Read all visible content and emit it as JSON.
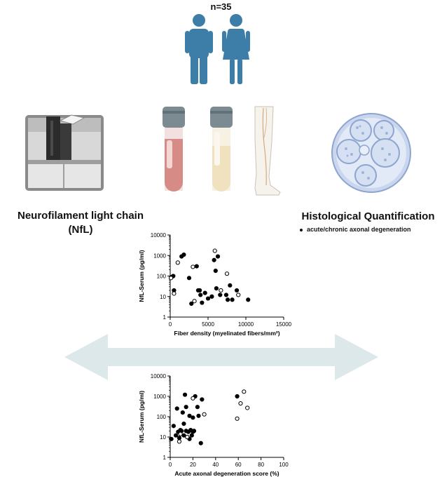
{
  "header": {
    "cohort_label": "n=35"
  },
  "left_panel": {
    "title_line1": "Neurofilament light chain",
    "title_line2": "(NfL)"
  },
  "right_panel": {
    "title": "Histological Quantification",
    "bullet": "acute/chronic axonal degeneration"
  },
  "icons": {
    "people": [
      "male-person-icon",
      "female-person-icon"
    ],
    "devices": [
      "lab-analyzer-icon",
      "blood-tube-icon",
      "serum-tube-icon",
      "leg-nerve-icon",
      "nerve-cross-section-icon"
    ],
    "arrow": "double-arrow-icon"
  },
  "colors": {
    "person": "#3d7ea8",
    "tube_cap": "#7c8a92",
    "blood": "#d78b86",
    "serum": "#f2e6c4",
    "nerve": "#b9c9e6",
    "arrow": "#dde8ea"
  },
  "chart_data": [
    {
      "type": "scatter",
      "xlabel": "Fiber density (myelinated fibers/mm²)",
      "ylabel": "NfL-Serum (pg/ml)",
      "xlim": [
        0,
        15000
      ],
      "ylim": [
        1,
        10000
      ],
      "yscale": "log",
      "xticks": [
        "0",
        "5000",
        "10000",
        "15000"
      ],
      "yticks": [
        "1",
        "10",
        "100",
        "1000",
        "10000"
      ],
      "series": [
        {
          "marker": "filled",
          "points": [
            [
              200,
              90
            ],
            [
              400,
              100
            ],
            [
              500,
              20
            ],
            [
              1500,
              900
            ],
            [
              1800,
              1100
            ],
            [
              2500,
              80
            ],
            [
              2800,
              4.5
            ],
            [
              3500,
              300
            ],
            [
              3700,
              20
            ],
            [
              3900,
              20
            ],
            [
              4000,
              12
            ],
            [
              4200,
              5
            ],
            [
              4600,
              15
            ],
            [
              5000,
              8
            ],
            [
              5500,
              10
            ],
            [
              5800,
              600
            ],
            [
              6000,
              180
            ],
            [
              6100,
              25
            ],
            [
              6300,
              900
            ],
            [
              6600,
              12
            ],
            [
              7400,
              12
            ],
            [
              7600,
              7
            ],
            [
              7900,
              35
            ],
            [
              8200,
              7
            ],
            [
              8800,
              20
            ],
            [
              10300,
              7
            ]
          ]
        },
        {
          "marker": "open",
          "points": [
            [
              100,
              80
            ],
            [
              500,
              14
            ],
            [
              1000,
              450
            ],
            [
              3000,
              280
            ],
            [
              3200,
              6
            ],
            [
              5900,
              1700
            ],
            [
              6700,
              20
            ],
            [
              7500,
              130
            ],
            [
              9000,
              12
            ]
          ]
        }
      ]
    },
    {
      "type": "scatter",
      "xlabel": "Acute axonal degeneration score (%)",
      "ylabel": "NfL-Serum (pg/ml)",
      "xlim": [
        0,
        100
      ],
      "ylim": [
        1,
        10000
      ],
      "yscale": "log",
      "xticks": [
        "0",
        "20",
        "40",
        "60",
        "80",
        "100"
      ],
      "yticks": [
        "1",
        "10",
        "100",
        "1000",
        "10000"
      ],
      "series": [
        {
          "marker": "filled",
          "points": [
            [
              1,
              8
            ],
            [
              3,
              35
            ],
            [
              5,
              12
            ],
            [
              6,
              250
            ],
            [
              7,
              18
            ],
            [
              8,
              9
            ],
            [
              9,
              22
            ],
            [
              10,
              20
            ],
            [
              11,
              160
            ],
            [
              12,
              12
            ],
            [
              12,
              45
            ],
            [
              13,
              1200
            ],
            [
              14,
              20
            ],
            [
              14,
              300
            ],
            [
              15,
              10
            ],
            [
              16,
              18
            ],
            [
              17,
              8
            ],
            [
              17,
              110
            ],
            [
              18,
              22
            ],
            [
              19,
              12
            ],
            [
              20,
              90
            ],
            [
              20,
              18
            ],
            [
              21,
              20
            ],
            [
              22,
              1000
            ],
            [
              24,
              300
            ],
            [
              25,
              110
            ],
            [
              27,
              5
            ],
            [
              28,
              700
            ],
            [
              59,
              1000
            ]
          ]
        },
        {
          "marker": "open",
          "points": [
            [
              8,
              6
            ],
            [
              9,
              14
            ],
            [
              15,
              10
            ],
            [
              20,
              800
            ],
            [
              30,
              130
            ],
            [
              59,
              80
            ],
            [
              62,
              450
            ],
            [
              65,
              1700
            ],
            [
              68,
              270
            ]
          ]
        }
      ]
    }
  ]
}
